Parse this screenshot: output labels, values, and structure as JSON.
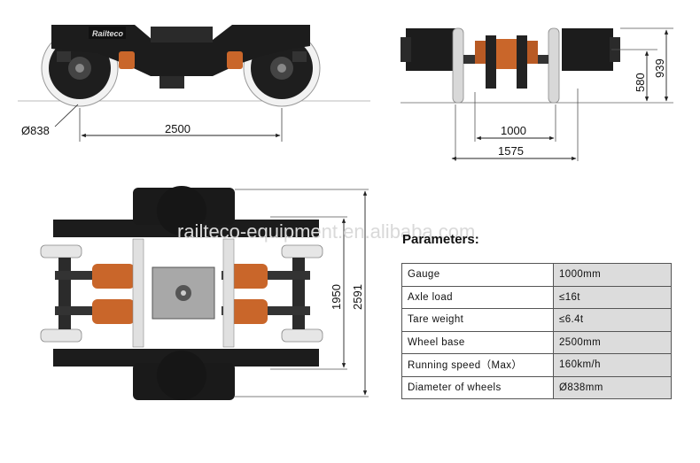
{
  "side_view": {
    "brand_text": "Railteco",
    "wheel_diameter_label": "Ø838",
    "wheelbase_label": "2500"
  },
  "end_view": {
    "gauge_label": "1000",
    "width_label": "1575",
    "height_low_label": "580",
    "height_high_label": "939"
  },
  "top_view": {
    "inner_length_label": "1950",
    "overall_length_label": "2591"
  },
  "watermark": "railteco-equipment.en.alibaba.com",
  "parameters": {
    "title": "Parameters:",
    "rows": [
      {
        "label": "Gauge",
        "value": "1000mm"
      },
      {
        "label": "Axle load",
        "value": "≤16t"
      },
      {
        "label": "Tare weight",
        "value": "≤6.4t"
      },
      {
        "label": "Wheel base",
        "value": "2500mm"
      },
      {
        "label": "Running speed（Max）",
        "value": "160km/h"
      },
      {
        "label": "Diameter of wheels",
        "value": "Ø838mm"
      }
    ]
  },
  "colors": {
    "frame": "#1c1c1c",
    "wheel_rim": "#e6e6e6",
    "motor_orange": "#c9662a",
    "plate_grey": "#a8a8a8",
    "table_value_bg": "#dcdcdc"
  }
}
